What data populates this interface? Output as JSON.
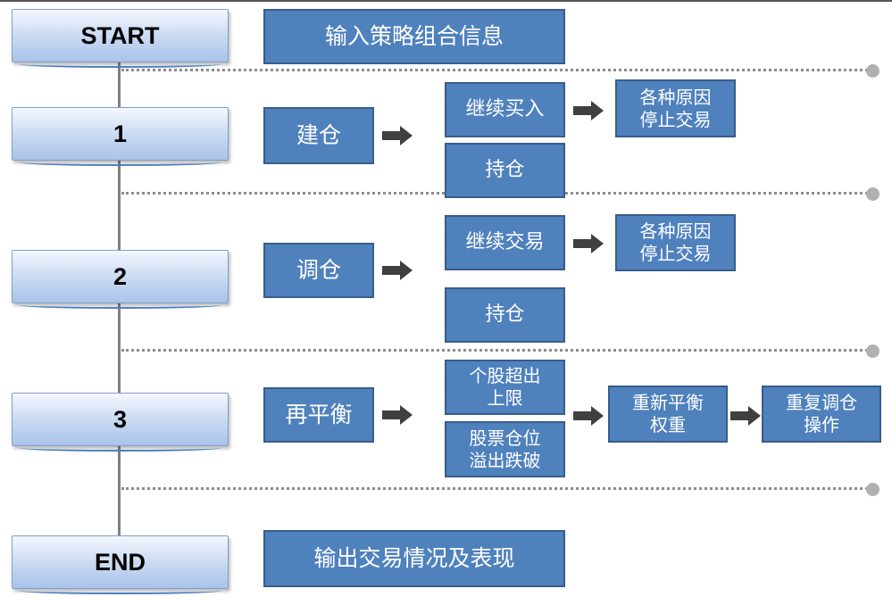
{
  "stages": {
    "start": "START",
    "s1": "1",
    "s2": "2",
    "s3": "3",
    "end": "END"
  },
  "start_box": "输入策略组合信息",
  "stage1": {
    "main": "建仓",
    "continue_buy": "继续买入",
    "hold": "持仓",
    "stop": "各种原因\n停止交易"
  },
  "stage2": {
    "main": "调仓",
    "continue_trade": "继续交易",
    "hold": "持仓",
    "stop": "各种原因\n停止交易"
  },
  "stage3": {
    "main": "再平衡",
    "over_limit": "个股超出\n上限",
    "breach": "股票仓位\n溢出跌破",
    "reweight": "重新平衡\n权重",
    "repeat": "重复调仓\n操作"
  },
  "end_box": "输出交易情况及表现",
  "colors": {
    "box_fill": "#4f81bd",
    "box_border": "#385d8a",
    "stage_fill": "#c7d8f1",
    "arrow": "#404040"
  }
}
